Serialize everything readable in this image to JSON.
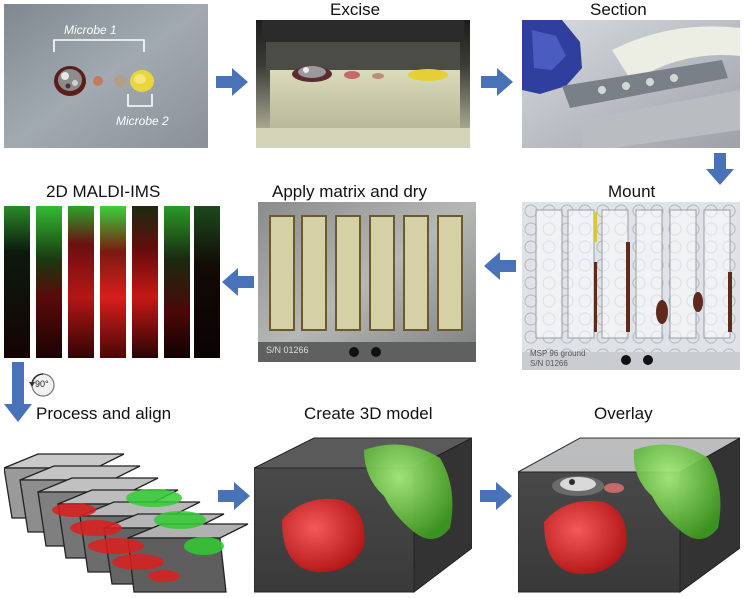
{
  "steps": {
    "excise": "Excise",
    "section": "Section",
    "mount": "Mount",
    "apply": "Apply matrix and dry",
    "maldi": "2D MALDI-IMS",
    "process": "Process and align",
    "model": "Create 3D model",
    "overlay": "Overlay"
  },
  "culture": {
    "microbe1": "Microbe 1",
    "microbe2": "Microbe 2"
  },
  "plates": {
    "matrix_serial": "S/N 01266",
    "mount_name": "MSP 96 ground",
    "mount_serial": "S/N 01266"
  },
  "rotate_label": "90°",
  "colors": {
    "arrow": "#4a72b8",
    "microbe1_signal": "#33cc33",
    "microbe2_signal": "#dd1e1e"
  }
}
